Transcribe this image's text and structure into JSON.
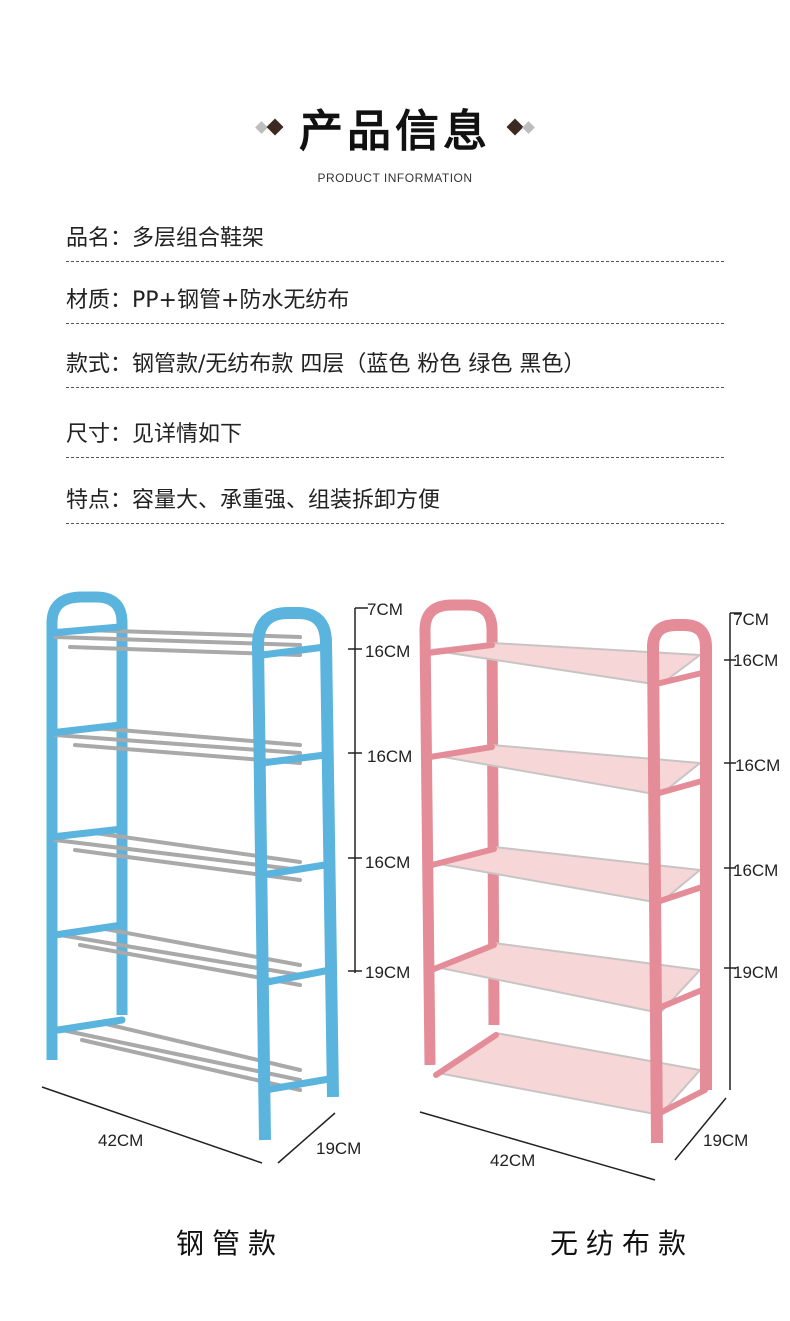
{
  "header": {
    "title": "产品信息",
    "subtitle": "PRODUCT INFORMATION"
  },
  "specs": [
    {
      "label": "品名：",
      "value": "多层组合鞋架"
    },
    {
      "label": "材质：",
      "value": "PP+钢管+防水无纺布"
    },
    {
      "label": "款式：",
      "value": "钢管款/无纺布款 四层（蓝色 粉色 绿色 黑色）"
    },
    {
      "label": "尺寸：",
      "value": "见详情如下"
    },
    {
      "label": "特点：",
      "value": "容量大、承重强、组装拆卸方便"
    }
  ],
  "steel_rack": {
    "color": "#5ab4dd",
    "rod_color": "#a9a9a9",
    "heights": [
      "7CM",
      "16CM",
      "16CM",
      "16CM",
      "19CM"
    ],
    "width": "42CM",
    "depth": "19CM",
    "caption": "钢管款"
  },
  "fabric_rack": {
    "color": "#e48d98",
    "shelf_color": "#f6d6d6",
    "heights": [
      "7CM",
      "16CM",
      "16CM",
      "16CM",
      "19CM"
    ],
    "width": "42CM",
    "depth": "19CM",
    "caption": "无纺布款"
  }
}
